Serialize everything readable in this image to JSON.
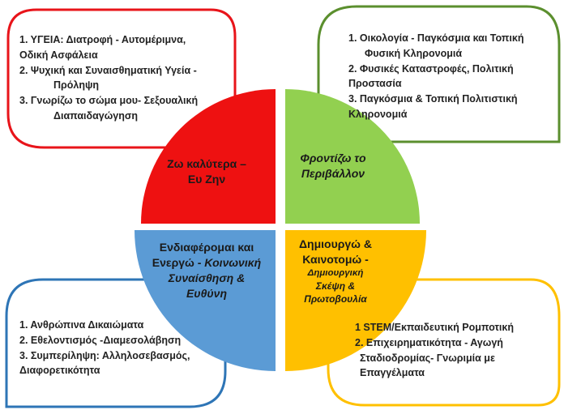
{
  "colors": {
    "red": "#ee1111",
    "green": "#92d050",
    "blue": "#5b9bd5",
    "yellow": "#ffc000",
    "red_border": "#e8141a",
    "green_border": "#5b8f2e",
    "blue_border": "#2e75b6",
    "yellow_border": "#ffc000"
  },
  "quadrants": {
    "red": {
      "line1": "Ζω καλύτερα –",
      "line2": "Ευ Ζην"
    },
    "green": {
      "line1": "Φροντίζω το",
      "line2": "Περιβάλλον"
    },
    "blue": {
      "line1": "Ενδιαφέρομαι και",
      "line2a": "Ενεργώ - ",
      "line2b": "Κοινωνική",
      "line3": "Συναίσθηση &",
      "line4": "Ευθύνη"
    },
    "yellow": {
      "line1": "Δημιουργώ &",
      "line2": "Καινοτομώ -",
      "line3": "Δημιουργική",
      "line4": "Σκέψη &",
      "line5": "Πρωτοβουλία"
    }
  },
  "boxes": {
    "red": {
      "items": [
        {
          "l1": "1. ΥΓΕΙΑ: Διατροφή - Αυτομέριμνα,",
          "l2": "Οδική Ασφάλεια"
        },
        {
          "l1": "2. Ψυχική και Συναισθηματική Υγεία -",
          "l2": "Πρόληψη"
        },
        {
          "l1": "3. Γνωρίζω το σώμα μου- Σεξουαλική",
          "l2": "Διαπαιδαγώγηση"
        }
      ]
    },
    "green": {
      "items": [
        {
          "l1": "1. Οικολογία - Παγκόσμια και Τοπική",
          "l2": "Φυσική Κληρονομιά"
        },
        {
          "l1": "2. Φυσικές Καταστροφές, Πολιτική",
          "l2": "Προστασία"
        },
        {
          "l1": "3. Παγκόσμια & Τοπική Πολιτιστική",
          "l2": "Κληρονομιά"
        }
      ]
    },
    "blue": {
      "items": [
        {
          "l1": "1. Ανθρώπινα Δικαιώματα",
          "l2": ""
        },
        {
          "l1": "2. Εθελοντισμός  -Διαμεσολάβηση",
          "l2": ""
        },
        {
          "l1": "3. Συμπερίληψη: Αλληλοσεβασμός,",
          "l2": "Διαφορετικότητα"
        }
      ]
    },
    "yellow": {
      "items": [
        {
          "l1": "1 STEM/Εκπαιδευτική Ρομποτική",
          "l2": ""
        },
        {
          "l1": "2. Επιχειρηματικότητα - Αγωγή",
          "l2": "Σταδιοδρομίας- Γνωριμία με"
        },
        {
          "l1": "Επαγγέλματα",
          "l2": ""
        }
      ]
    }
  }
}
